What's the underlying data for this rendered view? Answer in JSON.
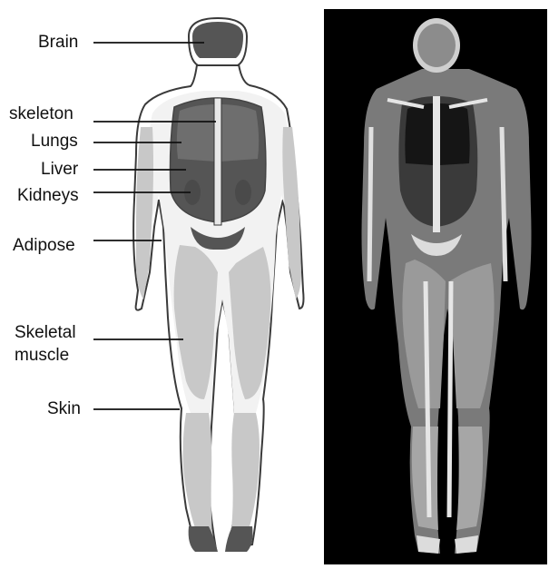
{
  "labels": {
    "brain": "Brain",
    "skeleton": "skeleton",
    "lungs": "Lungs",
    "liver": "Liver",
    "kidneys": "Kidneys",
    "adipose": "Adipose",
    "skeletal_muscle_line1": "Skeletal",
    "skeletal_muscle_line2": "muscle",
    "skin": "Skin"
  },
  "colors": {
    "outline": "#3a3a3a",
    "skin": "#ffffff",
    "adipose": "#f2f2f2",
    "muscle": "#c8c8c8",
    "organ_dark": "#555555",
    "organ_mid": "#6e6e6e",
    "bone": "#e8e8e8",
    "ct_background": "#000000"
  }
}
